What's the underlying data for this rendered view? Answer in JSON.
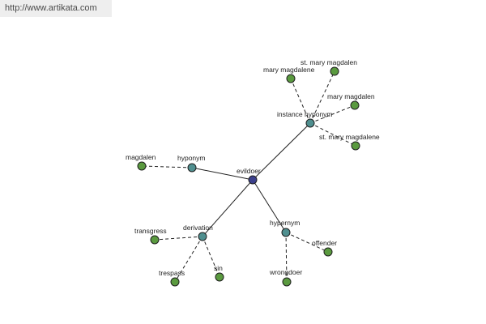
{
  "banner": {
    "url": "http://www.artikata.com"
  },
  "colors": {
    "root": "#3b3f8c",
    "relation": "#4f8f8f",
    "leaf": "#5a9a3f",
    "edge": "#222222",
    "banner_bg": "#eeeeee"
  },
  "graph": {
    "root": {
      "id": "evildoer",
      "label": "evildoer"
    },
    "relations": [
      {
        "id": "instance-hyponym",
        "label": "instance hyponym",
        "leaves": [
          "mary magdalene",
          "st. mary magdalen",
          "mary magdalen",
          "st. mary magdalene"
        ]
      },
      {
        "id": "hyponym",
        "label": "hyponym",
        "leaves": [
          "magdalen"
        ]
      },
      {
        "id": "derivation",
        "label": "derivation",
        "leaves": [
          "transgress",
          "trespass",
          "sin"
        ]
      },
      {
        "id": "hypernym",
        "label": "hypernym",
        "leaves": [
          "offender",
          "wrongdoer"
        ]
      }
    ]
  }
}
